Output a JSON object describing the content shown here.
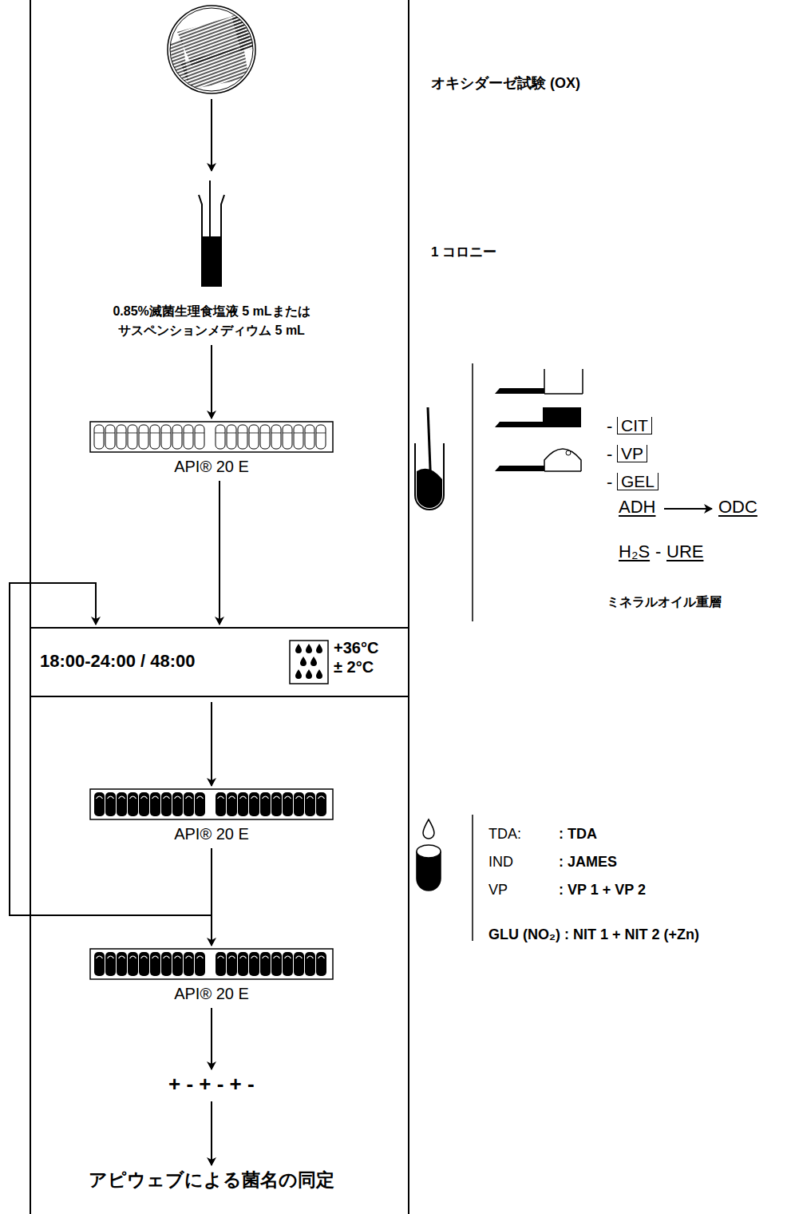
{
  "diagram": {
    "nodes": [
      {
        "text": [
          "0.85%滅菌生理食塩液 5 mLまたは サスペンションメディウム 5 mL"
        ]
      },
      {
        "text": [
          "API® 20 E"
        ]
      },
      {
        "text": [
          "18:00-24:00 / 48:00",
          "+36°C ± 2°C"
        ]
      },
      {
        "text": [
          "API® 20 E"
        ]
      },
      {
        "text": [
          "API® 20 E"
        ]
      },
      {
        "text": [
          "+ - + - + -"
        ]
      },
      {
        "text": [
          "アピウェブによる菌名の同定"
        ]
      }
    ],
    "edges": [
      {
        "from": 0,
        "to": 1,
        "arrow": "to"
      },
      {
        "from": 1,
        "to": 2,
        "arrow": "to"
      },
      {
        "from": 2,
        "to": 3,
        "arrow": "to"
      },
      {
        "from": 3,
        "to": 4,
        "arrow": "to"
      },
      {
        "from": 3,
        "to": 2,
        "arrow": "to"
      },
      {
        "from": 4,
        "to": 5,
        "arrow": "to"
      },
      {
        "from": 5,
        "to": 6,
        "arrow": "to"
      }
    ],
    "labels": [
      "オキシダーゼ試験 (OX)",
      "1 コロニー",
      "-",
      "CIT",
      "-",
      "VP",
      "-",
      "GEL",
      "ADH",
      "ODC",
      "H₂S",
      "-",
      "URE",
      "ミネラルオイル重層",
      "TDA:",
      ": TDA",
      "IND",
      ": JAMES",
      "VP",
      ": VP 1 + VP 2",
      "GLU (NO₂) : NIT 1 + NIT 2 (+Zn)"
    ]
  }
}
